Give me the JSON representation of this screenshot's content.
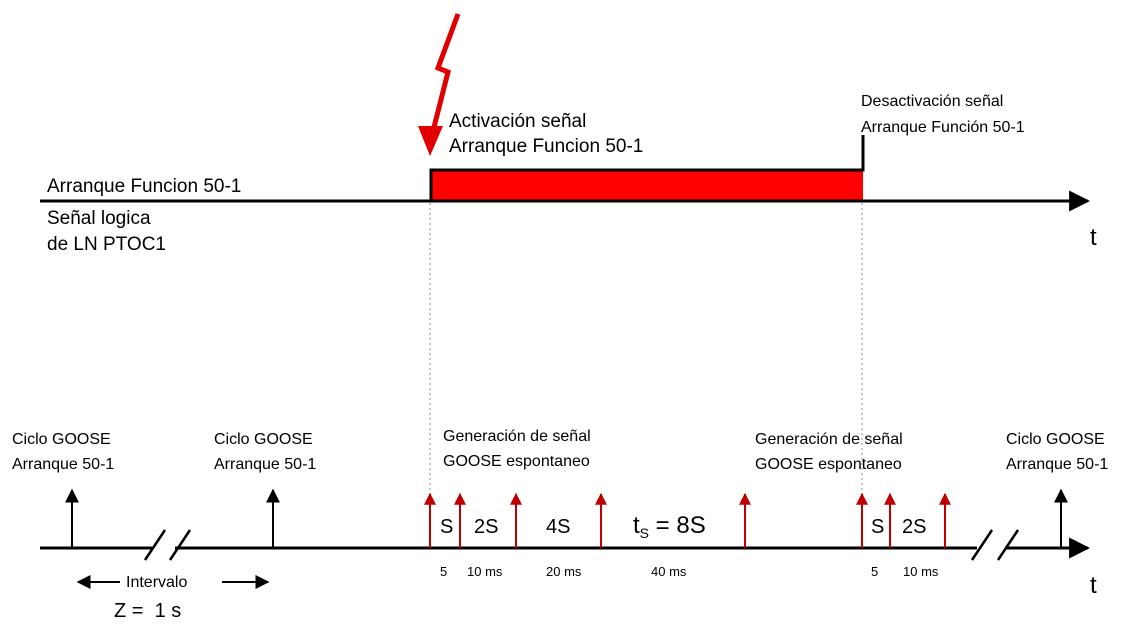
{
  "colors": {
    "signal_red": "#ff0000",
    "spontaneous_arrow": "#c00000",
    "trigger_red": "#e00000",
    "line": "#000000",
    "guide": "#8c8c8c"
  },
  "top_timeline": {
    "signal_name": "Arranque Funcion 50-1",
    "signal_source_line1": "Señal logica",
    "signal_source_line2": "de LN PTOC1",
    "activation_line1": "Activación señal",
    "activation_line2": "Arranque Funcion 50-1",
    "deactivation_line1": "Desactivación señal",
    "deactivation_line2": "Arranque Función 50-1",
    "axis_label": "t"
  },
  "bottom_timeline": {
    "cycle_labels": [
      {
        "line1": "Ciclo GOOSE",
        "line2": "Arranque 50-1"
      },
      {
        "line1": "Ciclo GOOSE",
        "line2": "Arranque 50-1"
      },
      {
        "line1": "Ciclo GOOSE",
        "line2": "Arranque 50-1"
      }
    ],
    "spontaneous_labels": [
      {
        "line1": "Generación de señal",
        "line2": "GOOSE espontaneo"
      },
      {
        "line1": "Generación de señal",
        "line2": "GOOSE espontaneo"
      }
    ],
    "segments_first_burst": [
      "S",
      "2S",
      "4S"
    ],
    "ts_text": "t",
    "ts_subscript": "S",
    "ts_value": " = 8S",
    "segments_second_burst": [
      "S",
      "2S"
    ],
    "durations_first_burst": [
      "5",
      "10 ms",
      "20 ms",
      "40 ms"
    ],
    "durations_second_burst": [
      "5",
      "10 ms"
    ],
    "interval_label": "Intervalo",
    "interval_value": "Z =  1 s",
    "axis_label": "t"
  }
}
